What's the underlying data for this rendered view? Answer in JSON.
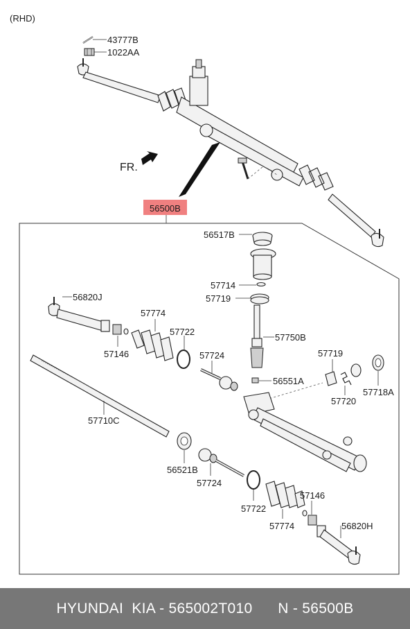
{
  "variant_label": "(RHD)",
  "direction_label": "FR.",
  "main_part_label": "56500B",
  "main_part_highlight": "#f08080",
  "footer_bg": "#777777",
  "footer": {
    "brand": "HYUNDAI  KIA - 565002T010",
    "part_ref": "N - 56500B"
  },
  "parts": {
    "p43777B": "43777B",
    "p1022AA": "1022AA",
    "p56517B": "56517B",
    "p57714": "57714",
    "p57719a": "57719",
    "p56820J": "56820J",
    "p57774a": "57774",
    "p57722a": "57722",
    "p57750B": "57750B",
    "p57146a": "57146",
    "p57724a": "57724",
    "p57719b": "57719",
    "p56551A": "56551A",
    "p57720": "57720",
    "p57718A": "57718A",
    "p57710C": "57710C",
    "p56521B": "56521B",
    "p57724b": "57724",
    "p57722b": "57722",
    "p57146b": "57146",
    "p57774b": "57774",
    "p56820H": "56820H"
  }
}
